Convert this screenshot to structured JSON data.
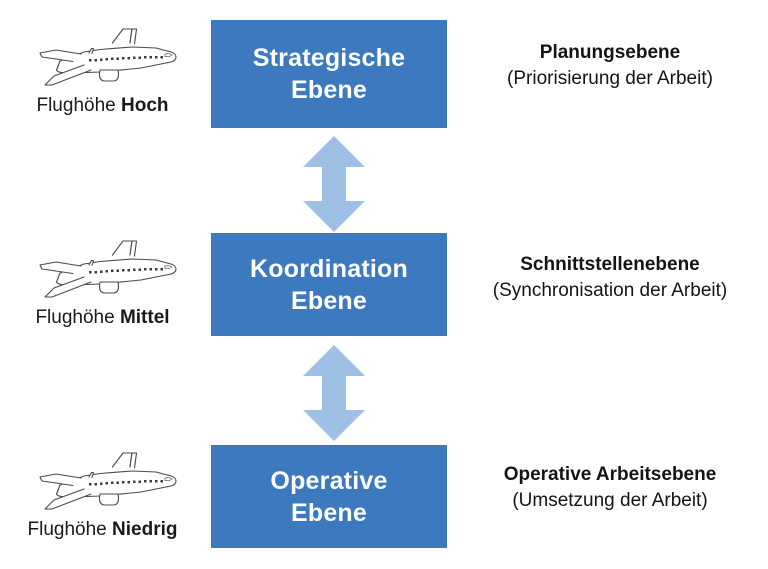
{
  "diagram": {
    "title_internal": "Drei-Ebenen-Modell der Flughoehe",
    "colors": {
      "box_blue": "#3d79bf",
      "arrow_blue": "#9fc0e5",
      "text_dark": "#141414",
      "box_text": "#ffffff",
      "background": "#ffffff"
    },
    "levels": [
      {
        "id": "strategic",
        "plane_icon": "airplane-icon",
        "altitude_prefix": "Flughöhe",
        "altitude_value": "Hoch",
        "box_line1": "Strategische",
        "box_line2": "Ebene",
        "desc_title": "Planungsebene",
        "desc_sub": "(Priorisierung der Arbeit)"
      },
      {
        "id": "coordination",
        "plane_icon": "airplane-icon",
        "altitude_prefix": "Flughöhe",
        "altitude_value": "Mittel",
        "box_line1": "Koordination",
        "box_line2": "Ebene",
        "desc_title": "Schnittstellenebene",
        "desc_sub": "(Synchronisation der Arbeit)"
      },
      {
        "id": "operational",
        "plane_icon": "airplane-icon",
        "altitude_prefix": "Flughöhe",
        "altitude_value": "Niedrig",
        "box_line1": "Operative",
        "box_line2": "Ebene",
        "desc_title": "Operative Arbeitsebene",
        "desc_sub": "(Umsetzung der Arbeit)"
      }
    ],
    "connectors": [
      {
        "id": "strategic-to-coordination",
        "icon": "double-arrow-vertical-icon"
      },
      {
        "id": "coordination-to-operational",
        "icon": "double-arrow-vertical-icon"
      }
    ]
  }
}
